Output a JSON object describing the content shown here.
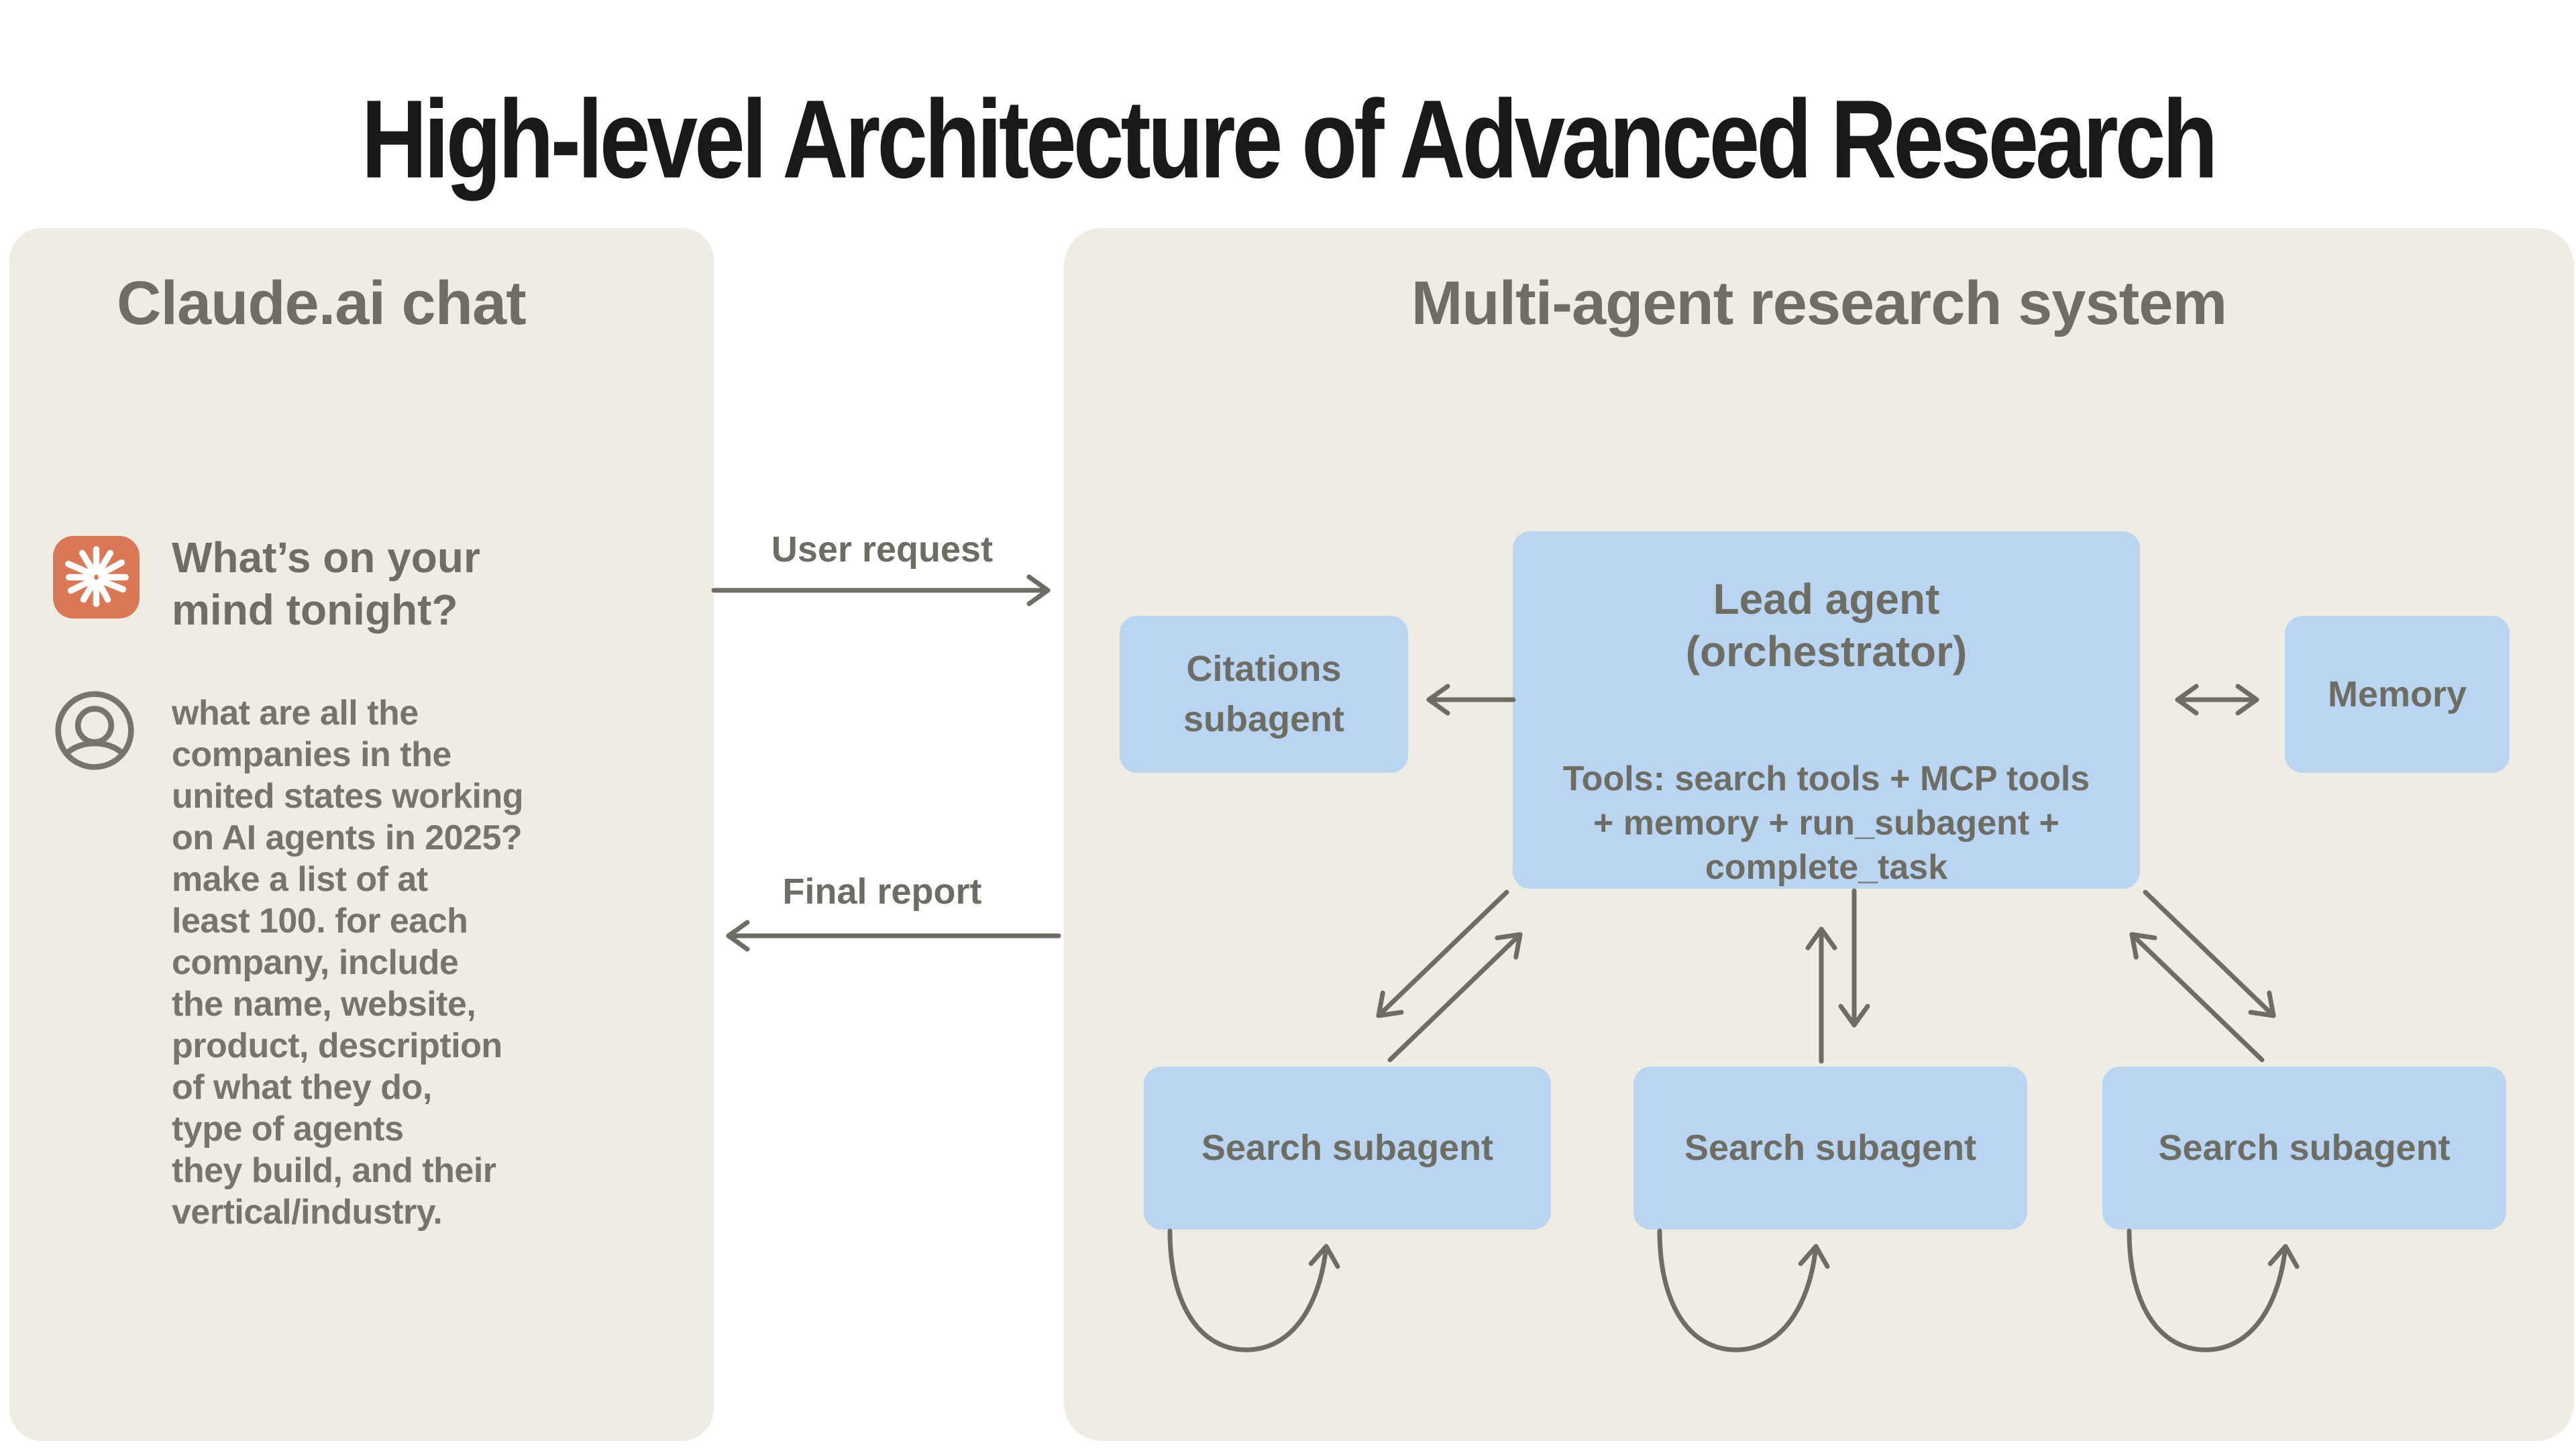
{
  "title": "High-level Architecture of Advanced Research",
  "left_panel": {
    "heading": "Claude.ai chat",
    "assistant_prompt": "What’s on your\nmind tonight?",
    "user_query": "what are all the\ncompanies in the\nunited states working\non AI agents in 2025?\nmake a list of at\nleast 100. for each\ncompany, include\nthe name, website,\nproduct, description\nof what they do,\ntype of agents\nthey build, and their\nvertical/industry."
  },
  "flow": {
    "user_request_label": "User request",
    "final_report_label": "Final report"
  },
  "right_panel": {
    "heading": "Multi-agent research system",
    "boxes": {
      "citations": "Citations\nsubagent",
      "lead_title": "Lead agent\n(orchestrator)",
      "lead_tools": "Tools: search tools + MCP tools\n+ memory + run_subagent +\ncomplete_task",
      "memory": "Memory",
      "search_left": "Search subagent",
      "search_mid": "Search subagent",
      "search_right": "Search subagent"
    }
  },
  "icons": {
    "claude_logo": "claude-starburst-icon",
    "user_avatar": "user-avatar-icon"
  },
  "colors": {
    "background": "#ffffff",
    "panel": "#efece4",
    "box_blue": "#b9d5f2",
    "claude_orange": "#d97757",
    "text_gray": "#6e6d64",
    "title_black": "#1a1917"
  }
}
